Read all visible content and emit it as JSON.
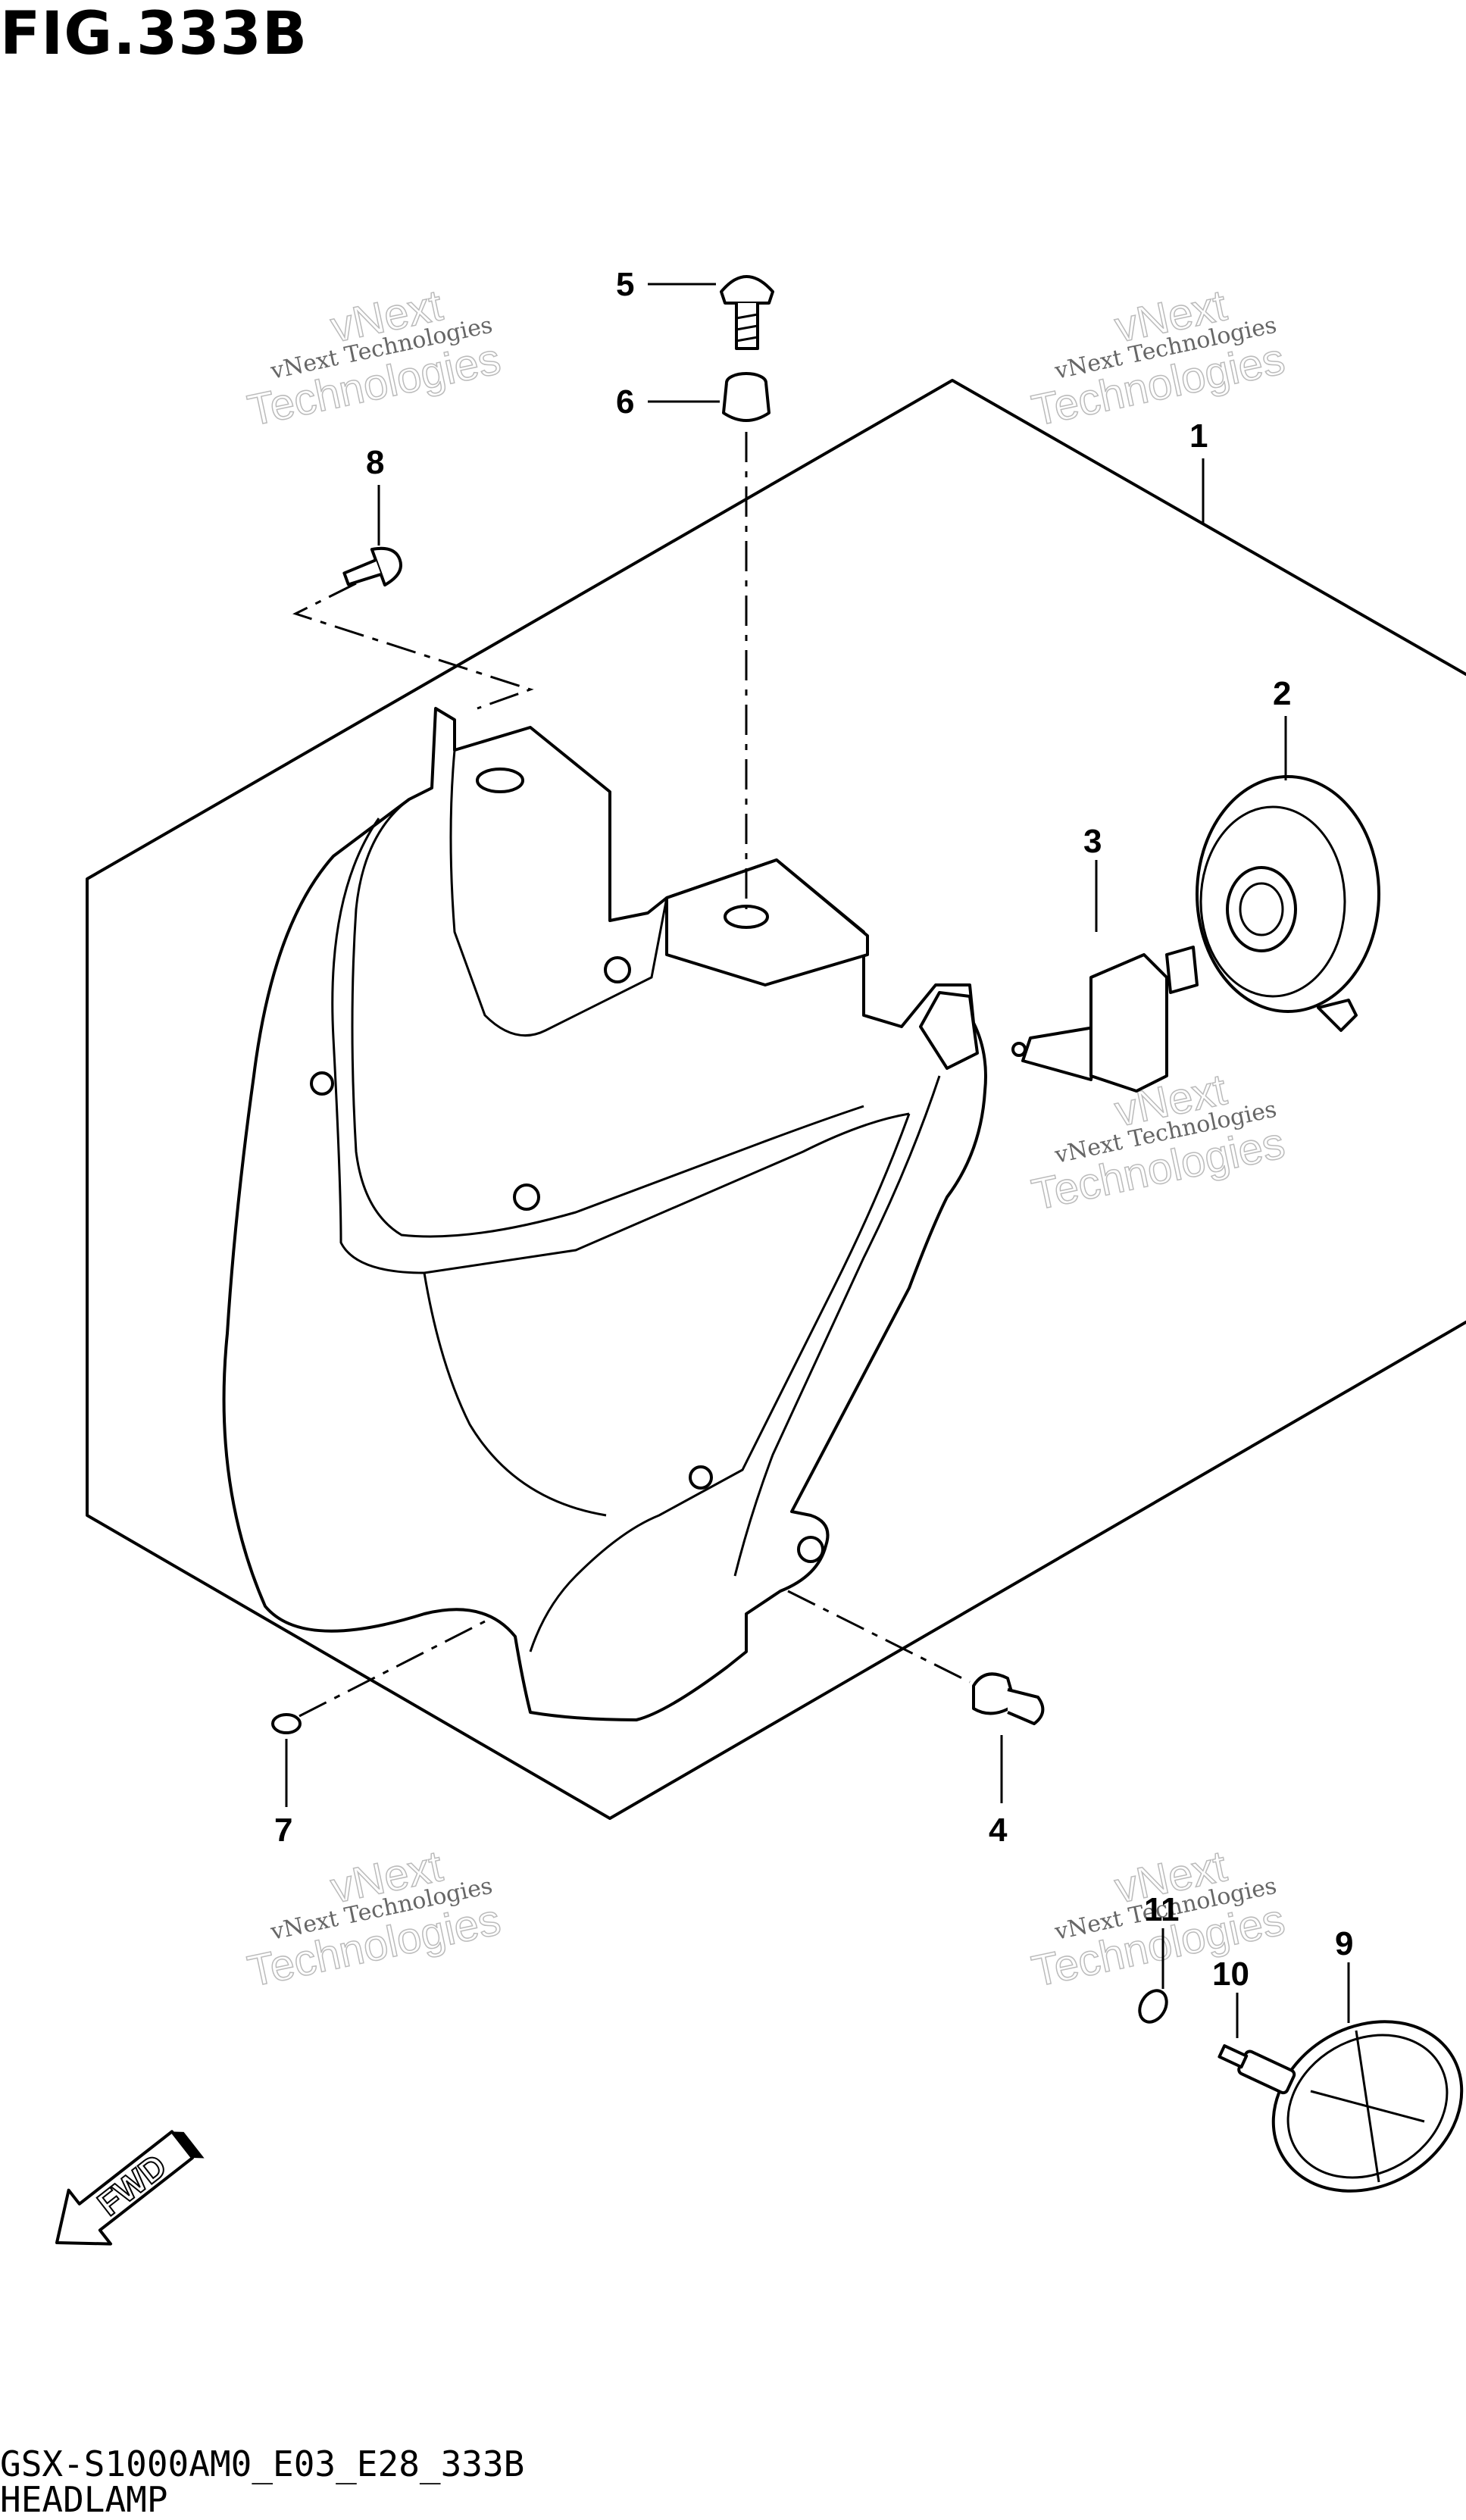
{
  "figure": {
    "title": "FIG.333B",
    "code": "GSX-S1000AM0_E03_E28_333B",
    "name": "HEADLAMP",
    "direction_label": "FWD"
  },
  "callouts": [
    "1",
    "2",
    "3",
    "4",
    "5",
    "6",
    "7",
    "8",
    "9",
    "10",
    "11"
  ],
  "watermark": {
    "line1": "vNext Technologies",
    "line2": "vNext",
    "line3": "Technologies"
  }
}
